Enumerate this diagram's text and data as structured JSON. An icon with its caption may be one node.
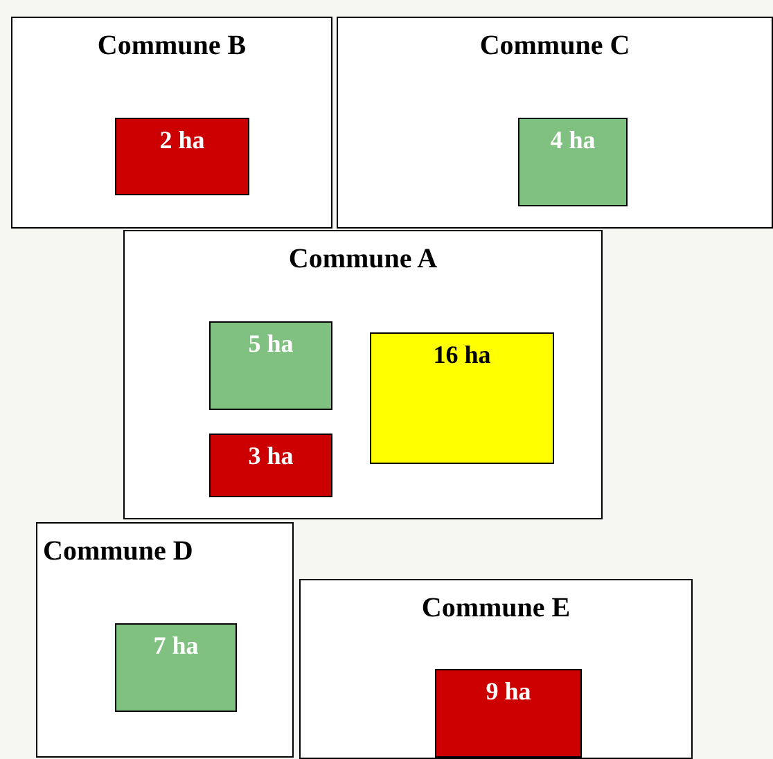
{
  "diagram": {
    "nodes": [
      {
        "text": [
          "Commune B"
        ]
      },
      {
        "text": [
          "2 ha"
        ],
        "in": 0
      },
      {
        "text": [
          "Commune C"
        ]
      },
      {
        "text": [
          "4 ha"
        ],
        "in": 2
      },
      {
        "text": [
          "Commune A"
        ]
      },
      {
        "text": [
          "5 ha"
        ],
        "in": 4
      },
      {
        "text": [
          "16 ha"
        ],
        "in": 4
      },
      {
        "text": [
          "3 ha"
        ],
        "in": 4
      },
      {
        "text": [
          "Commune D"
        ]
      },
      {
        "text": [
          "7 ha"
        ],
        "in": 8
      },
      {
        "text": [
          "Commune E"
        ]
      },
      {
        "text": [
          "9 ha"
        ],
        "in": 10
      }
    ]
  }
}
